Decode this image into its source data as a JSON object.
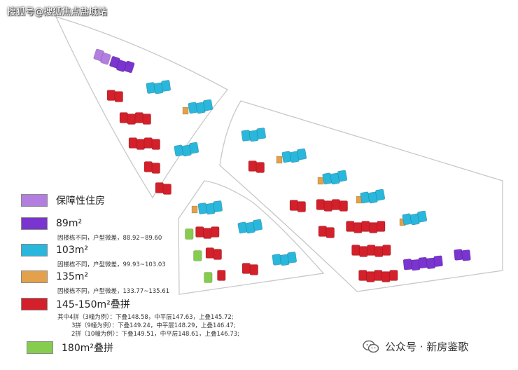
{
  "watermark": "搜狐号@搜狐焦点盐城站",
  "colors": {
    "affordable": "#b27fe0",
    "t89": "#7a34cf",
    "t103": "#29b7dc",
    "t135": "#e2a14a",
    "t145": "#d3202a",
    "t180": "#86cc4e",
    "parcel_outline": "#c8c8c8"
  },
  "legend": [
    {
      "key": "affordable",
      "label": "保障性住房",
      "notes": []
    },
    {
      "key": "t89",
      "label": "89m²",
      "notes": [
        "因楼栋不同，户型微差，88.92~89.60"
      ]
    },
    {
      "key": "t103",
      "label": "103m²",
      "notes": [
        "因楼栋不同，户型微差，99.93~103.03"
      ]
    },
    {
      "key": "t135",
      "label": "135m²",
      "notes": [
        "因楼栋不同，户型微差，133.77~135.61"
      ]
    },
    {
      "key": "t145",
      "label": "145-150m²叠拼",
      "notes": [
        "其中4拼（3幢为例）：下叠148.58，中平层147.63，上叠145.72;",
        "3拼（9幢为例）：下叠149.24，中平层148.29，上叠146.47;",
        "2拼（10幢为例）：下叠149.51，中平层148.61，上叠146.73;"
      ]
    },
    {
      "key": "t180",
      "label": "180m²叠拼",
      "notes": []
    }
  ],
  "footer": {
    "brand": "公众号 · 新房鉴歌",
    "icon": "wechat-icon"
  }
}
